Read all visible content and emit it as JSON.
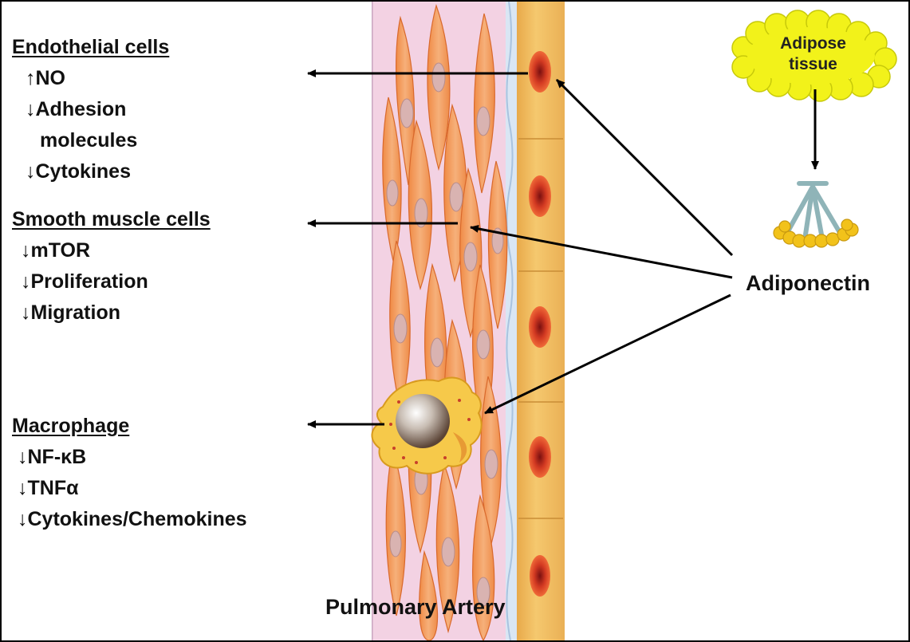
{
  "groups": [
    {
      "heading": "Endothelial cells",
      "items": [
        "↑NO",
        "↓Adhesion",
        "molecules",
        "↓Cytokines"
      ]
    },
    {
      "heading": "Smooth muscle cells",
      "items": [
        "↓mTOR",
        "↓Proliferation",
        "↓Migration"
      ]
    },
    {
      "heading": "Macrophage",
      "items": [
        "↓NF-κB",
        "↓TNFα",
        "↓Cytokines/Chemokines"
      ]
    }
  ],
  "adipose_tissue": {
    "line1": "Adipose",
    "line2": "tissue"
  },
  "adiponectin_label": "Adiponectin",
  "vessel_label": "Pulmonary Artery",
  "colors": {
    "vessel_lumen": "#f2d3e4",
    "smooth_muscle": "#f0a060",
    "endothelium": "#f3c26a",
    "nucleus_red": "#d8301e",
    "adipose_yellow": "#f2f21a",
    "adiponectin_stem": "#8fb4b8",
    "macrophage": "#f6c94a"
  }
}
